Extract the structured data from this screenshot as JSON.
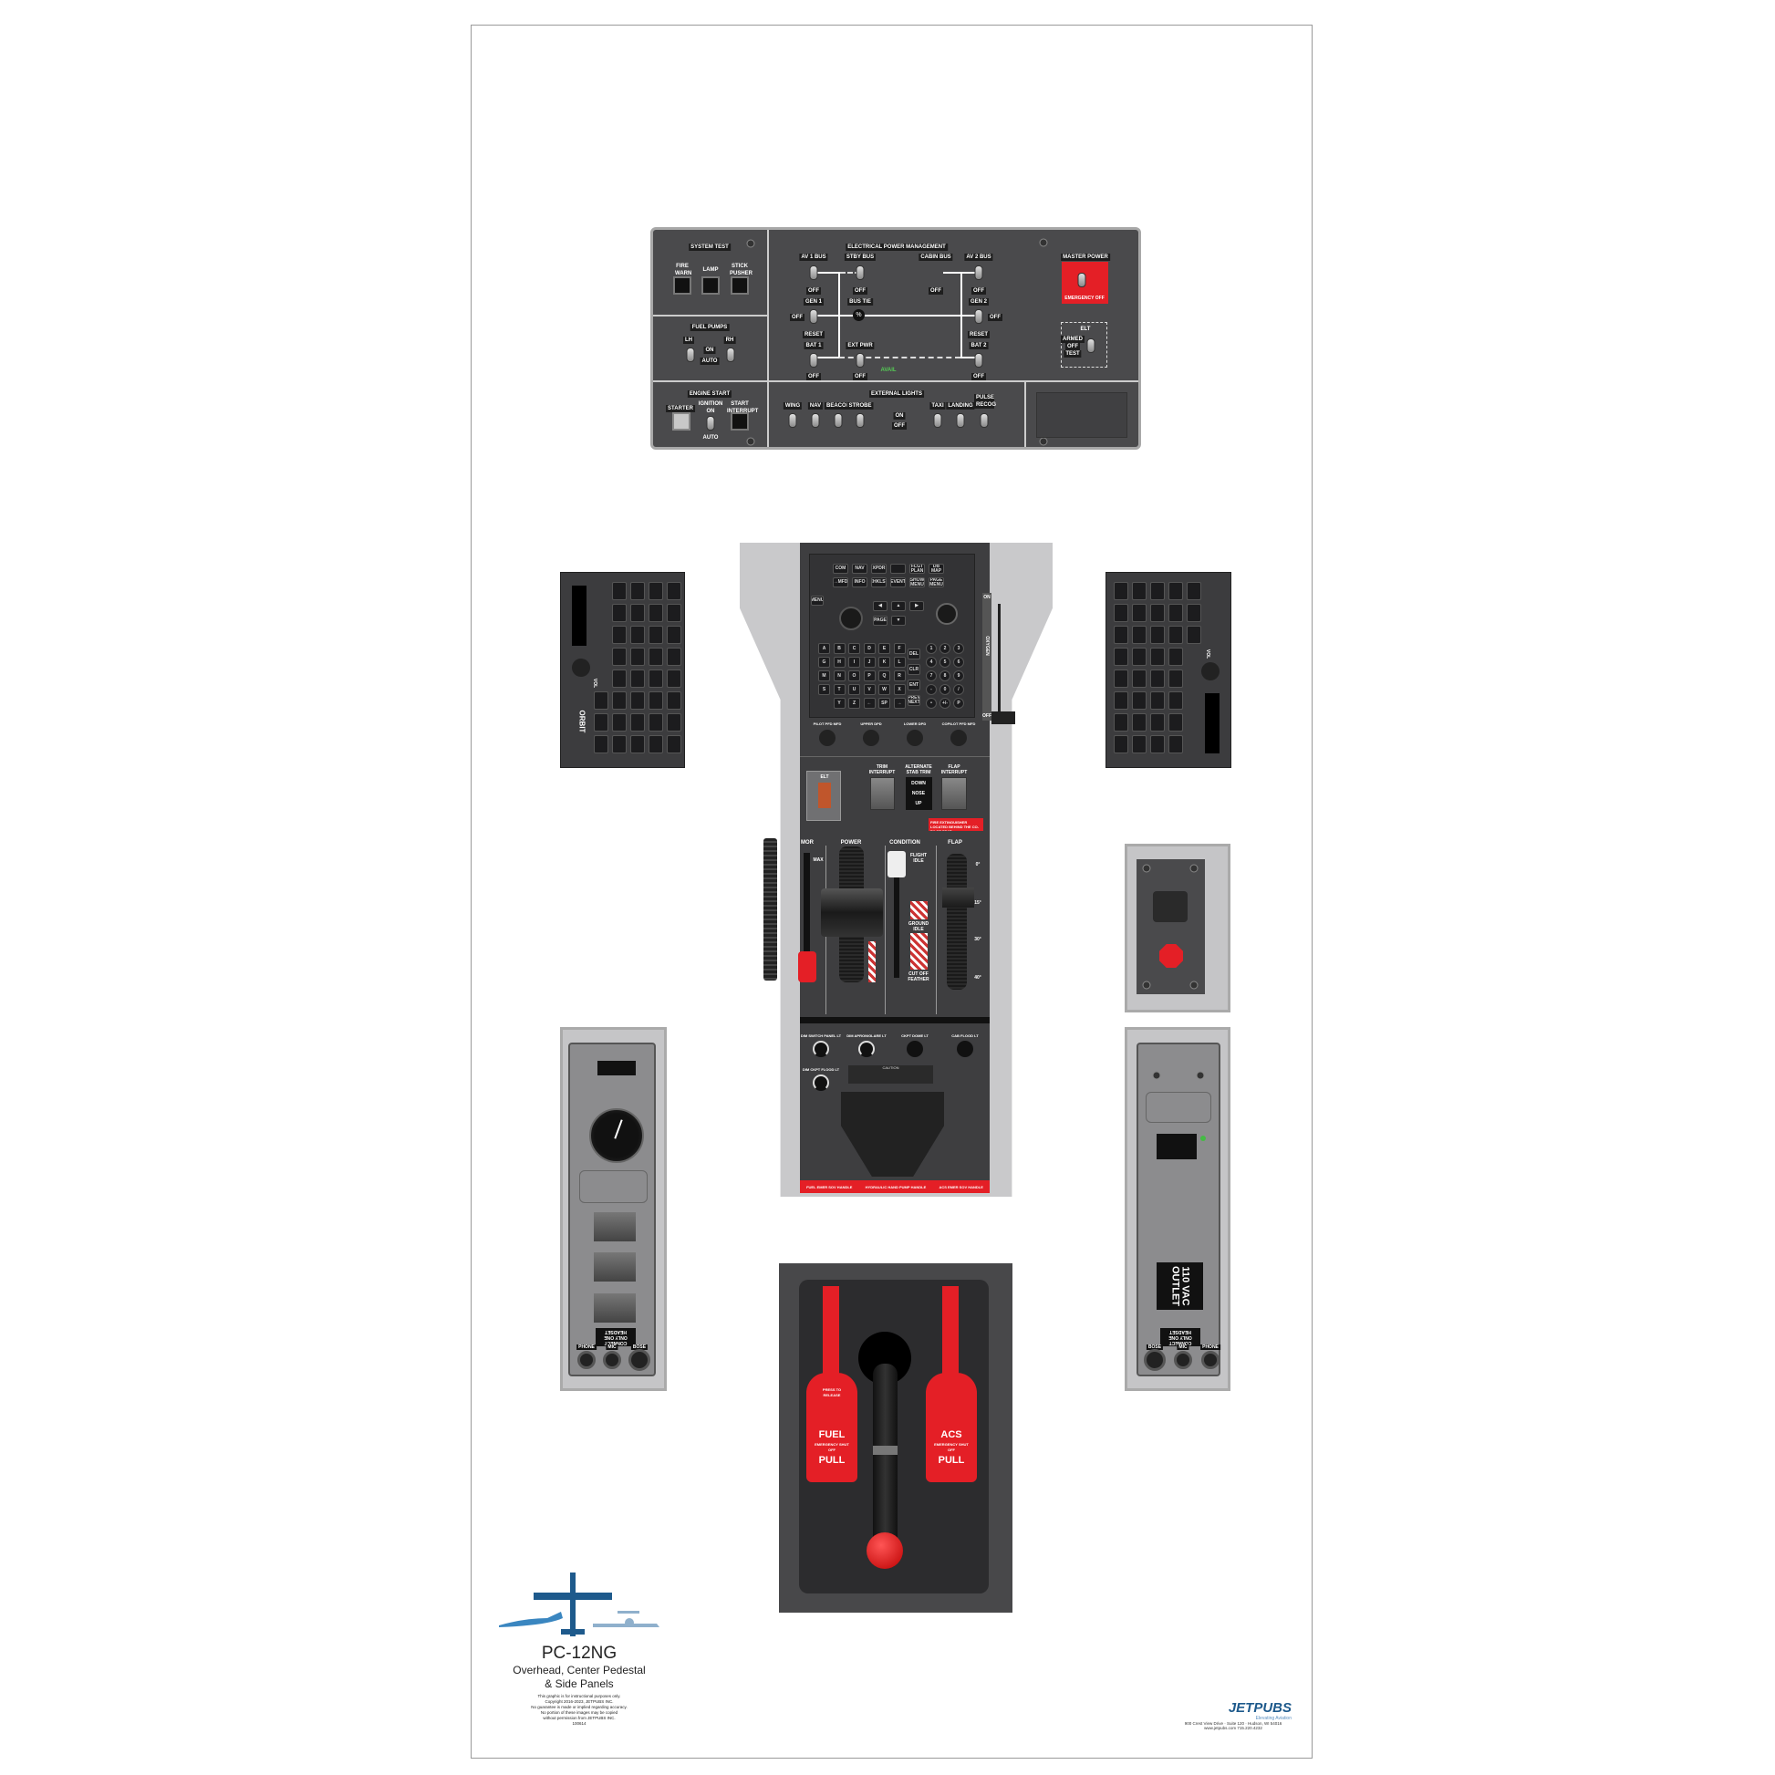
{
  "overhead": {
    "system_test": {
      "title": "SYSTEM TEST",
      "buttons": [
        "FIRE WARN",
        "LAMP",
        "STICK PUSHER"
      ]
    },
    "fuel_pumps": {
      "title": "FUEL PUMPS",
      "lh": "LH",
      "rh": "RH",
      "on": "ON",
      "auto": "AUTO"
    },
    "engine_start": {
      "title": "ENGINE START",
      "starter": "STARTER",
      "ignition": "IGNITION",
      "on": "ON",
      "auto": "AUTO",
      "start_interrupt": "START INTERRUPT"
    },
    "epm": {
      "title": "ELECTRICAL POWER MANAGEMENT",
      "av1_bus": "AV 1 BUS",
      "stby_bus": "STBY BUS",
      "cabin_bus": "CABIN BUS",
      "av2_bus": "AV 2 BUS",
      "gen1": "GEN 1",
      "gen2": "GEN 2",
      "bus_tie": "BUS TIE",
      "bat1": "BAT 1",
      "bat2": "BAT 2",
      "ext_pwr": "EXT PWR",
      "reset": "RESET",
      "off": "OFF",
      "avail": "AVAIL"
    },
    "master_power": {
      "title": "MASTER POWER",
      "emergency_off": "EMERGENCY OFF"
    },
    "elt": {
      "title": "ELT",
      "armed": "ARMED",
      "off": "OFF",
      "test": "TEST"
    },
    "external_lights": {
      "title": "EXTERNAL LIGHTS",
      "switches": [
        "WING",
        "NAV",
        "BEACON",
        "STROBE",
        "TAXI",
        "LANDING",
        "PULSE RECOG"
      ],
      "on": "ON",
      "off": "OFF"
    }
  },
  "pedestal": {
    "fms": {
      "top_keys": [
        "COM",
        "NAV",
        "XPDR",
        "",
        "FLGT PLAN",
        "DB MAP",
        "→MFD",
        "INFO",
        "CHKLST",
        "EVENT",
        "SHOW MENU",
        "PAGE MENU"
      ],
      "nav_keys": [
        "MENU",
        "PAGE",
        "◀",
        "▲",
        "▶",
        "▼"
      ],
      "letters": [
        "A",
        "B",
        "C",
        "D",
        "E",
        "F",
        "G",
        "H",
        "I",
        "J",
        "K",
        "L",
        "M",
        "N",
        "O",
        "P",
        "Q",
        "R",
        "S",
        "T",
        "U",
        "V",
        "W",
        "X",
        "",
        "Y",
        "Z",
        "←",
        "SP",
        "→"
      ],
      "side_keys": [
        "DEL",
        "CLR",
        "ENT",
        "PREV NEXT"
      ],
      "numbers": [
        "1",
        "2",
        "3",
        "4",
        "5",
        "6",
        "7",
        "8",
        "9",
        "-",
        "0",
        "/",
        "•",
        "+/-",
        "P"
      ],
      "knobs": [
        "PILOT PFD MFD",
        "UPPER DPD",
        "LOWER DPD",
        "COPILOT PFD MFD"
      ]
    },
    "oxygen": {
      "label": "OXYGEN",
      "on": "ON",
      "off": "OFF"
    },
    "elt_label": "ELT",
    "trim": {
      "trim_interrupt": "TRIM INTERRUPT",
      "alt_stab_trim": "ALTERNATE STAB TRIM",
      "flap_interrupt": "FLAP INTERRUPT",
      "down": "DOWN",
      "nose": "NOSE",
      "up": "UP"
    },
    "fire_ext_label": "FIRE EXTINGUISHER LOCATED BEHIND THE CO-PILOT SEAT",
    "levers": {
      "mor": "MOR",
      "power": "POWER",
      "condition": "CONDITION",
      "flap": "FLAP",
      "max": "MAX",
      "flight_idle": "FLIGHT IDLE",
      "ground_idle": "GROUND IDLE",
      "cutoff": "CUT OFF FEATHER",
      "flap_marks": [
        "0°",
        "15°",
        "30°",
        "40°"
      ]
    },
    "dim": {
      "knobs": [
        "DIM SWITCH PANEL LT",
        "DIM APRON/GLARE LT",
        "CKPT DOME LT",
        "CAB FLOOD LT",
        "DIM CKPT FLOOD LT"
      ],
      "caution": "CAUTION"
    },
    "handles_strip": [
      "FUEL EMER SOV HANDLE",
      "HYDRAULIC HAND PUMP HANDLE",
      "ACS EMER SOV HANDLE"
    ]
  },
  "console": {
    "fuel": {
      "name": "FUEL",
      "sub": "EMERGENCY SHUT OFF",
      "pull": "PULL",
      "release": "PRESS TO RELEASE"
    },
    "acs": {
      "name": "ACS",
      "sub": "EMERGENCY SHUT OFF",
      "pull": "PULL"
    }
  },
  "side": {
    "orbit": "ORBIT",
    "vol": "VOL",
    "headset": "CONNECT ONLY ONE HEADSET",
    "jacks_left": [
      "PHONE",
      "MIC",
      "BOSE"
    ],
    "jacks_right": [
      "BOSE",
      "MIC",
      "PHONE"
    ],
    "outlet": "110 VAC OUTLET"
  },
  "footer": {
    "title": "PC-12NG",
    "subtitle1": "Overhead, Center Pedestal",
    "subtitle2": "& Side Panels",
    "disclaimer": [
      "This graphic is for instructional purposes only.",
      "Copyright 2016-2023, JETPUBS INC.",
      "No guarantee is made or implied regarding accuracy.",
      "No portion of these images may be copied",
      "without permission from JETPUBS INC.",
      "100614"
    ],
    "brand": "JETPUBS",
    "tagline": "Elevating Aviation",
    "address": "900 Crest View Drive · Suite 120 · Hudson, WI 54016",
    "web": "www.jetpubs.com   715.220.4232"
  },
  "colors": {
    "panel": "#4a4a4c",
    "red": "#e41f26",
    "brand_blue": "#1e5a8c"
  }
}
